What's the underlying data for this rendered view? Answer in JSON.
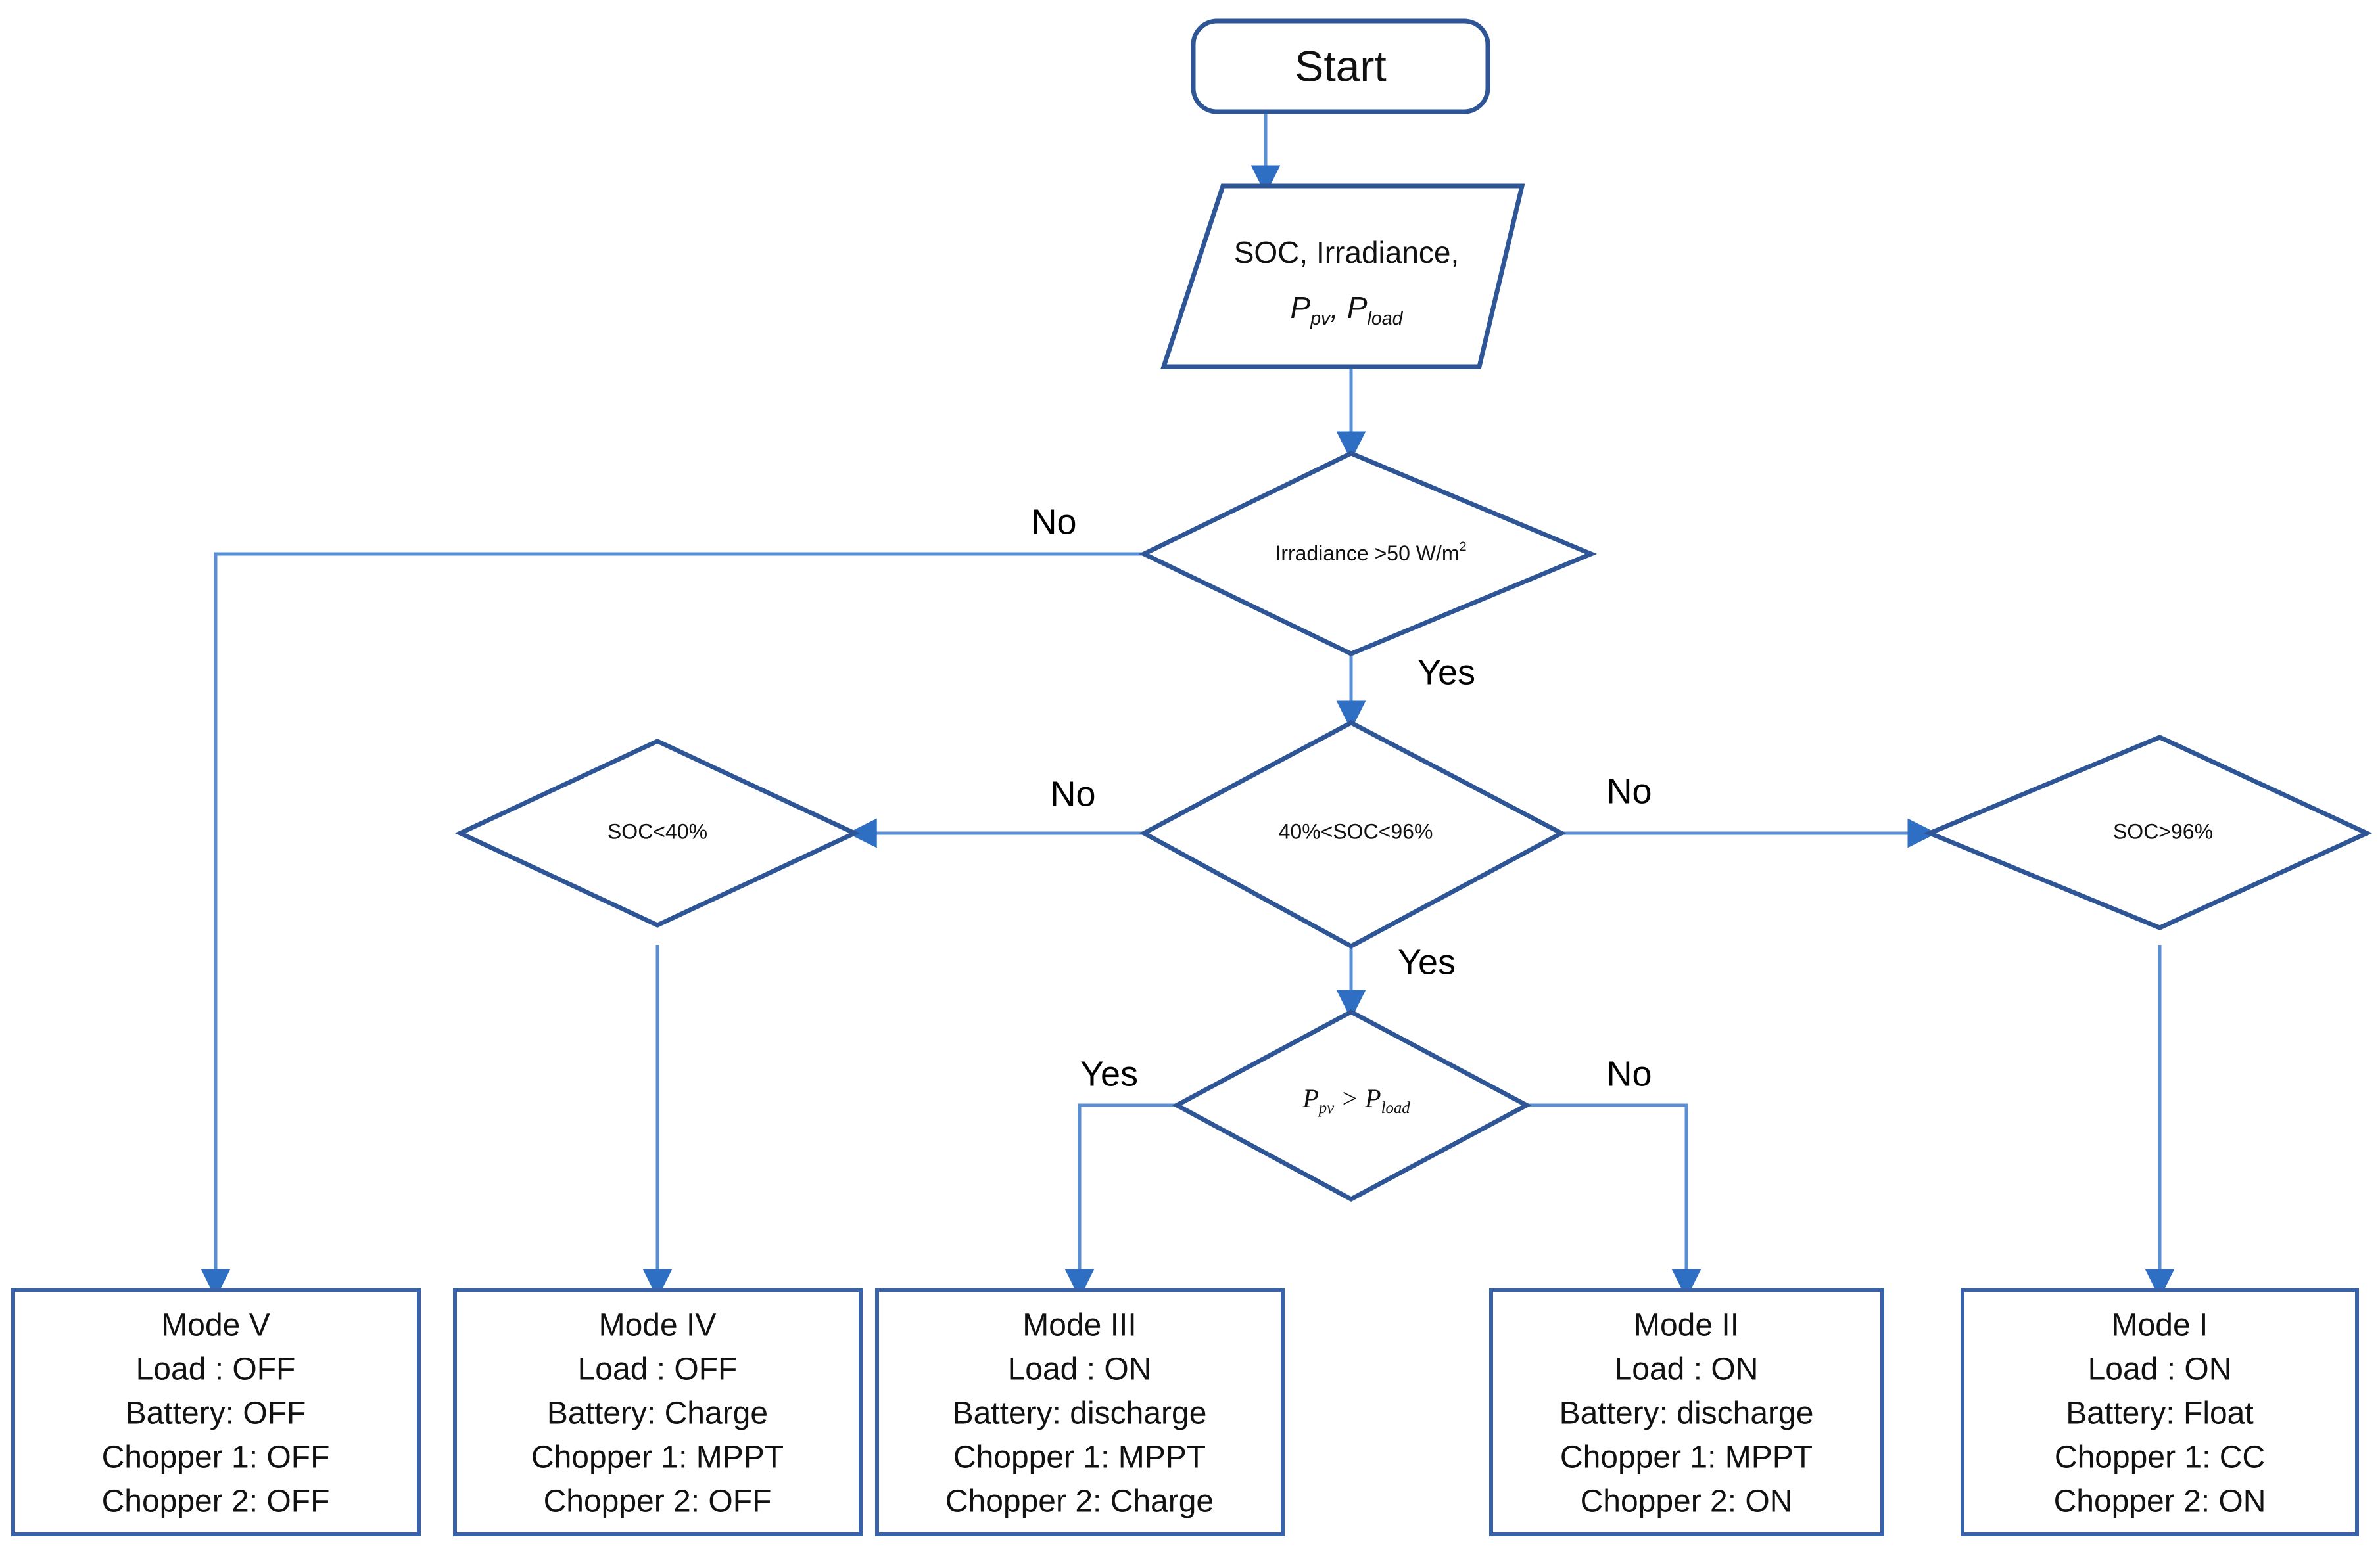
{
  "diagram": {
    "title": "PV battery system operating-mode selection flowchart",
    "colors": {
      "shape_stroke": "#2E5596",
      "connector": "#5B8FD4",
      "arrow_head": "#2E6FC4",
      "background": "#FFFFFF",
      "text": "#111111"
    }
  },
  "nodes": {
    "start": {
      "label": "Start",
      "shape": "terminator"
    },
    "input": {
      "shape": "parallelogram",
      "line1": "SOC, Irradiance,",
      "line2_a": "P",
      "line2_a_sub": "pv",
      "line2_sep": ", ",
      "line2_b": "P",
      "line2_b_sub": "load"
    },
    "decision_irradiance": {
      "shape": "diamond",
      "text": "Irradiance >50 W/m",
      "superscript": "2"
    },
    "decision_soc_mid": {
      "shape": "diamond",
      "text": "40%<SOC<96%"
    },
    "decision_soc_low": {
      "shape": "diamond",
      "text": "SOC<40%"
    },
    "decision_soc_high": {
      "shape": "diamond",
      "text": "SOC>96%"
    },
    "decision_power": {
      "shape": "diamond",
      "a": "P",
      "a_sub": "pv",
      "op": " > ",
      "b": "P",
      "b_sub": "load"
    }
  },
  "branch_labels": {
    "irradiance_no": "No",
    "irradiance_yes": "Yes",
    "soc_mid_no_left": "No",
    "soc_mid_no_right": "No",
    "soc_mid_yes": "Yes",
    "power_yes": "Yes",
    "power_no": "No"
  },
  "modes": [
    {
      "id": "mode-v",
      "title": "Mode V",
      "lines": [
        "Load : OFF",
        "Battery: OFF",
        "Chopper 1: OFF",
        "Chopper 2: OFF"
      ]
    },
    {
      "id": "mode-iv",
      "title": "Mode IV",
      "lines": [
        "Load : OFF",
        "Battery: Charge",
        "Chopper 1: MPPT",
        "Chopper 2: OFF"
      ]
    },
    {
      "id": "mode-iii",
      "title": "Mode III",
      "lines": [
        "Load : ON",
        "Battery: discharge",
        "Chopper 1: MPPT",
        "Chopper 2: Charge"
      ]
    },
    {
      "id": "mode-ii",
      "title": "Mode II",
      "lines": [
        "Load : ON",
        "Battery: discharge",
        "Chopper 1: MPPT",
        "Chopper 2: ON"
      ]
    },
    {
      "id": "mode-i",
      "title": "Mode I",
      "lines": [
        "Load : ON",
        "Battery: Float",
        "Chopper 1: CC",
        "Chopper 2: ON"
      ]
    }
  ]
}
